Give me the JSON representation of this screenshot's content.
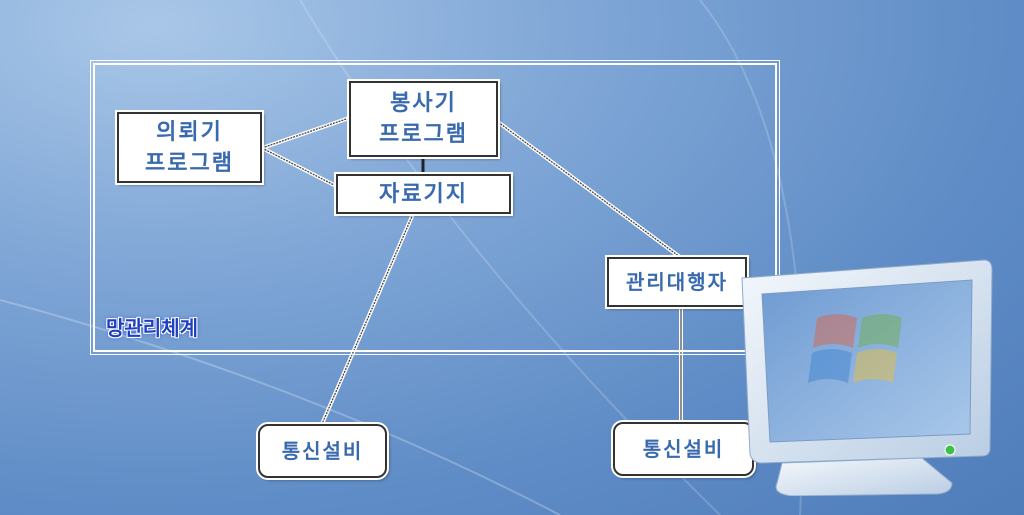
{
  "diagram": {
    "system_label": "망관리체계",
    "nodes": {
      "client_program": [
        "의뢰기",
        "프로그램"
      ],
      "server_program": [
        "봉사기",
        "프로그램"
      ],
      "database": "자료기지",
      "management_agent": "관리대행자",
      "comm_equipment_left": "통신설비",
      "comm_equipment_right": "통신설비"
    }
  }
}
